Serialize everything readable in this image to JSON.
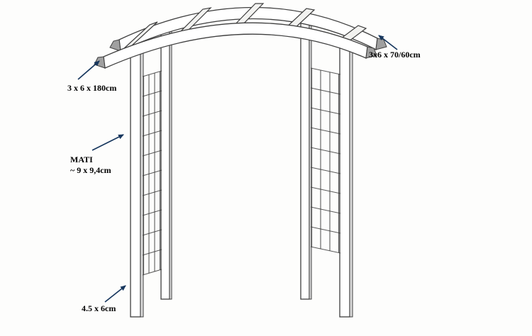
{
  "diagram": {
    "subject": "garden-arch-assembly-drawing",
    "labels": {
      "rafter": "3x6 x 70/60cm",
      "arch_beam": "3 x 6 x 180cm",
      "lattice_title": "MATI",
      "lattice_size": "~ 9 x 9,4cm",
      "post": "4.5 x 6cm"
    },
    "colors": {
      "background": "#fdfdfc",
      "line": "#3f3f3f",
      "arrow": "#17375e",
      "text": "#000000",
      "beam_cut": "#a0a0a0",
      "post_shade": "#dcdcdc"
    }
  }
}
